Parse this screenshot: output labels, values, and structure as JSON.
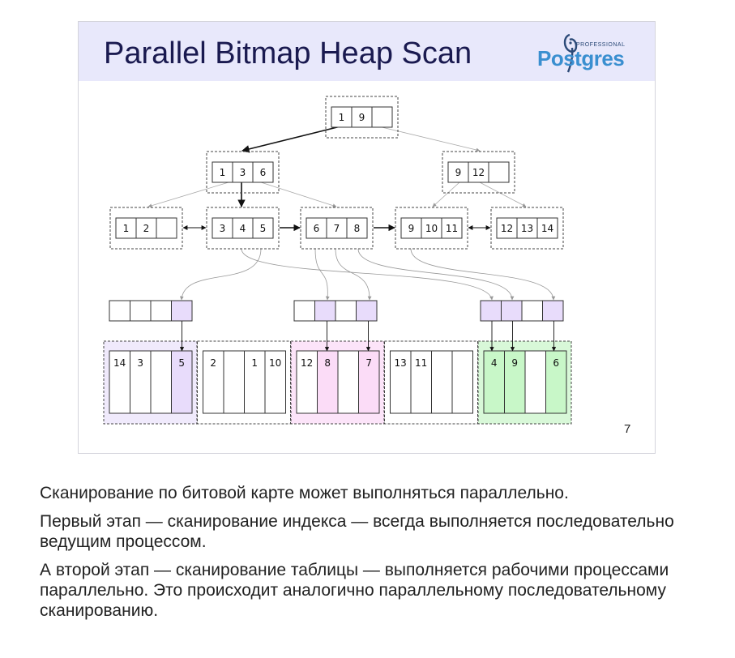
{
  "slide": {
    "title": "Parallel Bitmap Heap Scan",
    "logo": {
      "professional": "PROFESSIONAL",
      "word": "Postgres"
    },
    "page_number": "7",
    "colors": {
      "header_bg": "#e8e8fb",
      "lavender": "#e8dcfb",
      "pink": "#fbdcf7",
      "green": "#c8f7c8",
      "arrow": "#111111"
    },
    "index": {
      "root": [
        "1",
        "9",
        ""
      ],
      "inner_left": [
        "1",
        "3",
        "6"
      ],
      "inner_right": [
        "9",
        "12",
        ""
      ],
      "leaves": [
        [
          "1",
          "2",
          ""
        ],
        [
          "3",
          "4",
          "5"
        ],
        [
          "6",
          "7",
          "8"
        ],
        [
          "9",
          "10",
          "11"
        ],
        [
          "12",
          "13",
          "14"
        ]
      ]
    },
    "bitmaps": [
      {
        "marked": [
          false,
          false,
          false,
          true
        ]
      },
      {
        "marked": [
          false,
          true,
          false,
          true
        ]
      },
      {
        "marked": [
          true,
          true,
          false,
          true
        ]
      }
    ],
    "pages": [
      {
        "cells": [
          "14",
          "3",
          "",
          "5"
        ],
        "marked": [
          false,
          false,
          false,
          true
        ],
        "group": "lavender"
      },
      {
        "cells": [
          "2",
          "",
          "1",
          "10"
        ],
        "marked": [
          false,
          false,
          false,
          false
        ],
        "group": "none"
      },
      {
        "cells": [
          "12",
          "8",
          "",
          "7"
        ],
        "marked": [
          false,
          true,
          false,
          true
        ],
        "group": "pink"
      },
      {
        "cells": [
          "13",
          "11",
          "",
          ""
        ],
        "marked": [
          false,
          false,
          false,
          false
        ],
        "group": "none"
      },
      {
        "cells": [
          "4",
          "9",
          "",
          "6"
        ],
        "marked": [
          true,
          true,
          false,
          true
        ],
        "group": "green"
      }
    ]
  },
  "notes": [
    "Сканирование по битовой карте может выполняться параллельно.",
    "Первый этап — сканирование индекса — всегда выполняется последовательно ведущим процессом.",
    "А второй этап — сканирование таблицы — выполняется рабочими процессами параллельно. Это происходит аналогично параллельному последовательному сканированию."
  ]
}
